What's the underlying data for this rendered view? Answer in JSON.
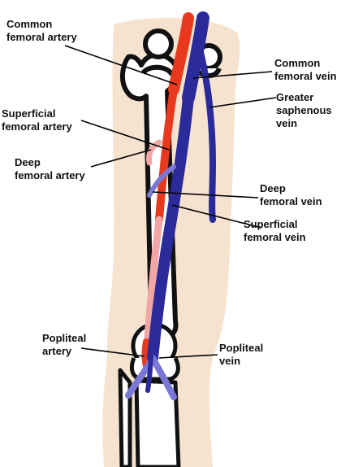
{
  "colors": {
    "skin": "#f6e3cf",
    "bone_outline": "#111111",
    "artery": "#e8391f",
    "artery_light": "#f3a6a6",
    "vein": "#2a2a9a",
    "vein_light": "#7a78d6",
    "leader": "#000000"
  },
  "labels": {
    "common_femoral_artery": [
      "Common",
      "femoral artery"
    ],
    "common_femoral_vein": [
      "Common",
      "femoral vein"
    ],
    "superficial_femoral_artery": [
      "Superficial",
      "femoral artery"
    ],
    "greater_saphenous_vein": [
      "Greater",
      "saphenous",
      "vein"
    ],
    "deep_femoral_artery": [
      "Deep",
      "femoral artery"
    ],
    "deep_femoral_vein": [
      "Deep",
      "femoral vein"
    ],
    "superficial_femoral_vein": [
      "Superficial",
      "femoral vein"
    ],
    "popliteal_artery": [
      "Popliteal",
      "artery"
    ],
    "popliteal_vein": [
      "Popliteal",
      "vein"
    ]
  }
}
